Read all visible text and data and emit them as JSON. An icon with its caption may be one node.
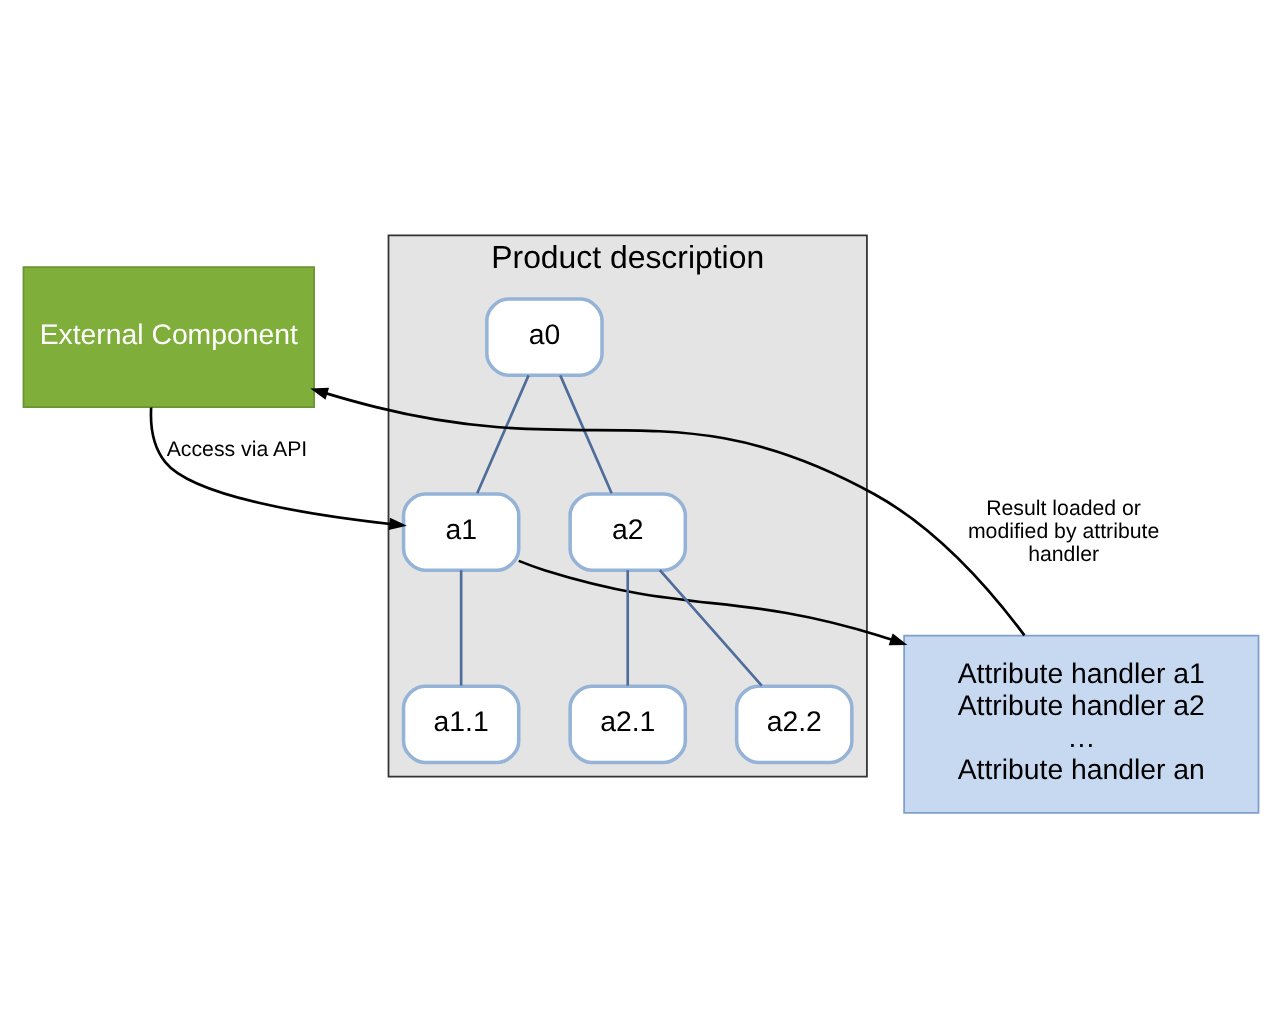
{
  "diagram": {
    "nodes": [
      {
        "text": [
          "External Component"
        ]
      },
      {
        "text": [
          "Product description"
        ]
      },
      {
        "text": [
          "a0"
        ],
        "in": 1
      },
      {
        "text": [
          "a1"
        ],
        "in": 1
      },
      {
        "text": [
          "a2"
        ],
        "in": 1
      },
      {
        "text": [
          "a1.1"
        ],
        "in": 1
      },
      {
        "text": [
          "a2.1"
        ],
        "in": 1
      },
      {
        "text": [
          "a2.2"
        ],
        "in": 1
      },
      {
        "text": [
          "Attribute handler a1",
          "Attribute handler a2",
          "…",
          "Attribute handler an"
        ]
      }
    ],
    "edges": [
      {
        "from": 2,
        "to": 3,
        "arrow": "none"
      },
      {
        "from": 2,
        "to": 4,
        "arrow": "none"
      },
      {
        "from": 3,
        "to": 5,
        "arrow": "none"
      },
      {
        "from": 4,
        "to": 6,
        "arrow": "none"
      },
      {
        "from": 4,
        "to": 7,
        "arrow": "none"
      },
      {
        "from": 0,
        "to": 3,
        "arrow": "to",
        "label": "Access via API",
        "color": "#000000"
      },
      {
        "from": 3,
        "to": 8,
        "arrow": "to",
        "color": "#000000"
      },
      {
        "from": 8,
        "to": 0,
        "arrow": "to",
        "label": "Result loaded or modified by attribute handler",
        "color": "#000000"
      }
    ]
  }
}
